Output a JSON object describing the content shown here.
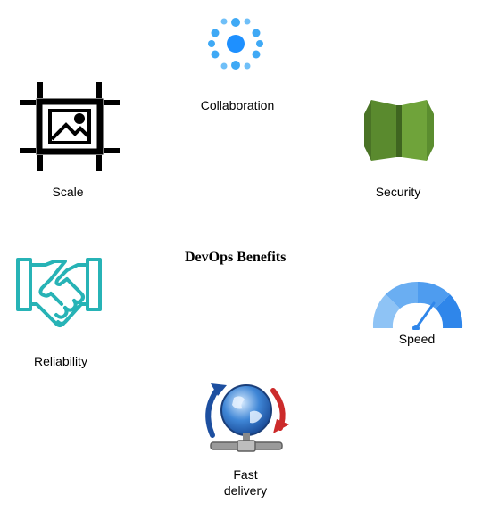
{
  "diagram": {
    "title": "DevOps Benefits",
    "nodes": [
      {
        "id": "collaboration",
        "label": "Collaboration",
        "icon": "collaboration-network-icon"
      },
      {
        "id": "scale",
        "label": "Scale",
        "icon": "scale-image-icon"
      },
      {
        "id": "security",
        "label": "Security",
        "icon": "security-shield-icon"
      },
      {
        "id": "reliability",
        "label": "Reliability",
        "icon": "handshake-icon"
      },
      {
        "id": "speed",
        "label": "Speed",
        "icon": "speedometer-icon"
      },
      {
        "id": "fast_delivery",
        "label_line1": "Fast",
        "label_line2": "delivery",
        "icon": "globe-sync-icon"
      }
    ]
  }
}
